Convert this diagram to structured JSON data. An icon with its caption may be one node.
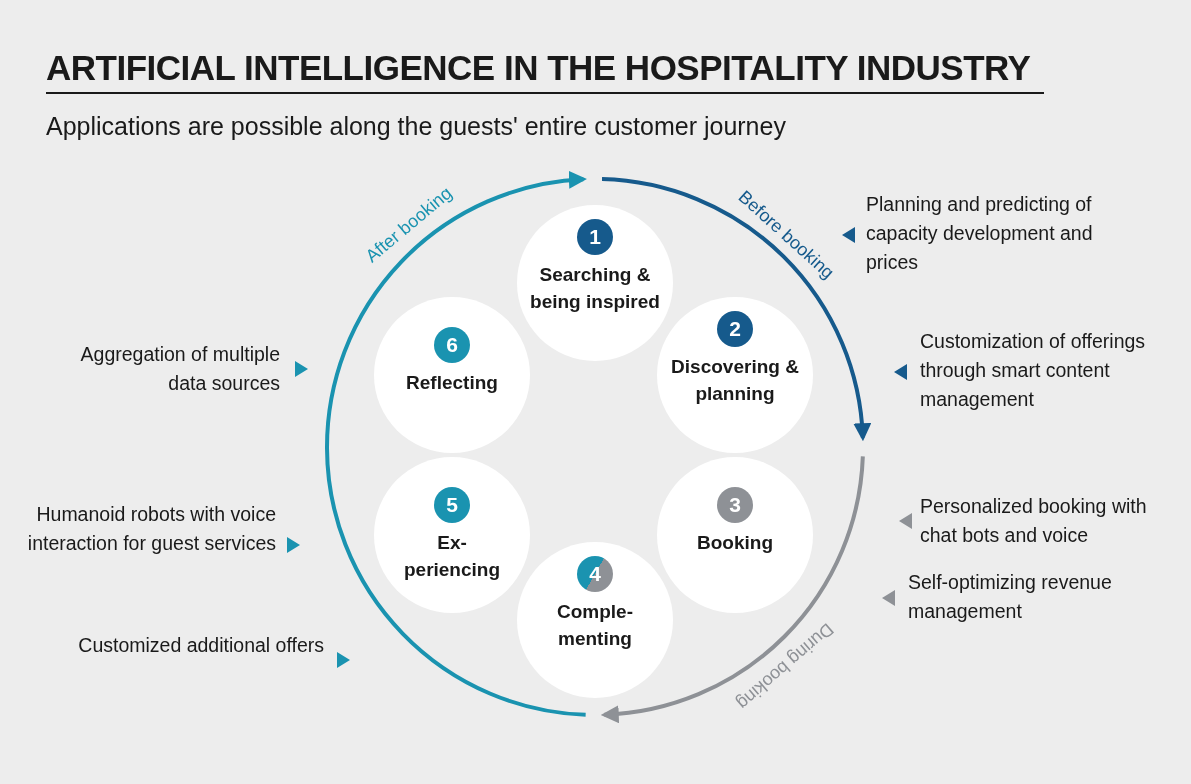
{
  "diagram": {
    "title": "ARTIFICIAL INTELLIGENCE IN THE HOSPITALITY INDUSTRY",
    "nodes": [
      {
        "text": [
          "1",
          "Searching & being inspired"
        ]
      },
      {
        "text": [
          "2",
          "Discovering & planning"
        ]
      },
      {
        "text": [
          "3",
          "Booking"
        ]
      },
      {
        "text": [
          "4",
          "Comple- menting"
        ]
      },
      {
        "text": [
          "5",
          "Ex- periencing"
        ]
      },
      {
        "text": [
          "6",
          "Reflecting"
        ]
      }
    ],
    "labels": [
      "Applications are possible along the guests' entire customer journey",
      "After booking",
      "Before booking",
      "During booking",
      "Planning and predicting of capacity development and prices",
      "Customization of offerings through smart content management",
      "Aggregation of multiple data sources",
      "Personalized booking with chat bots and voice",
      "Humanoid robots with voice interaction for guest services",
      "Self-optimizing revenue management",
      "Customized additional offers"
    ]
  }
}
